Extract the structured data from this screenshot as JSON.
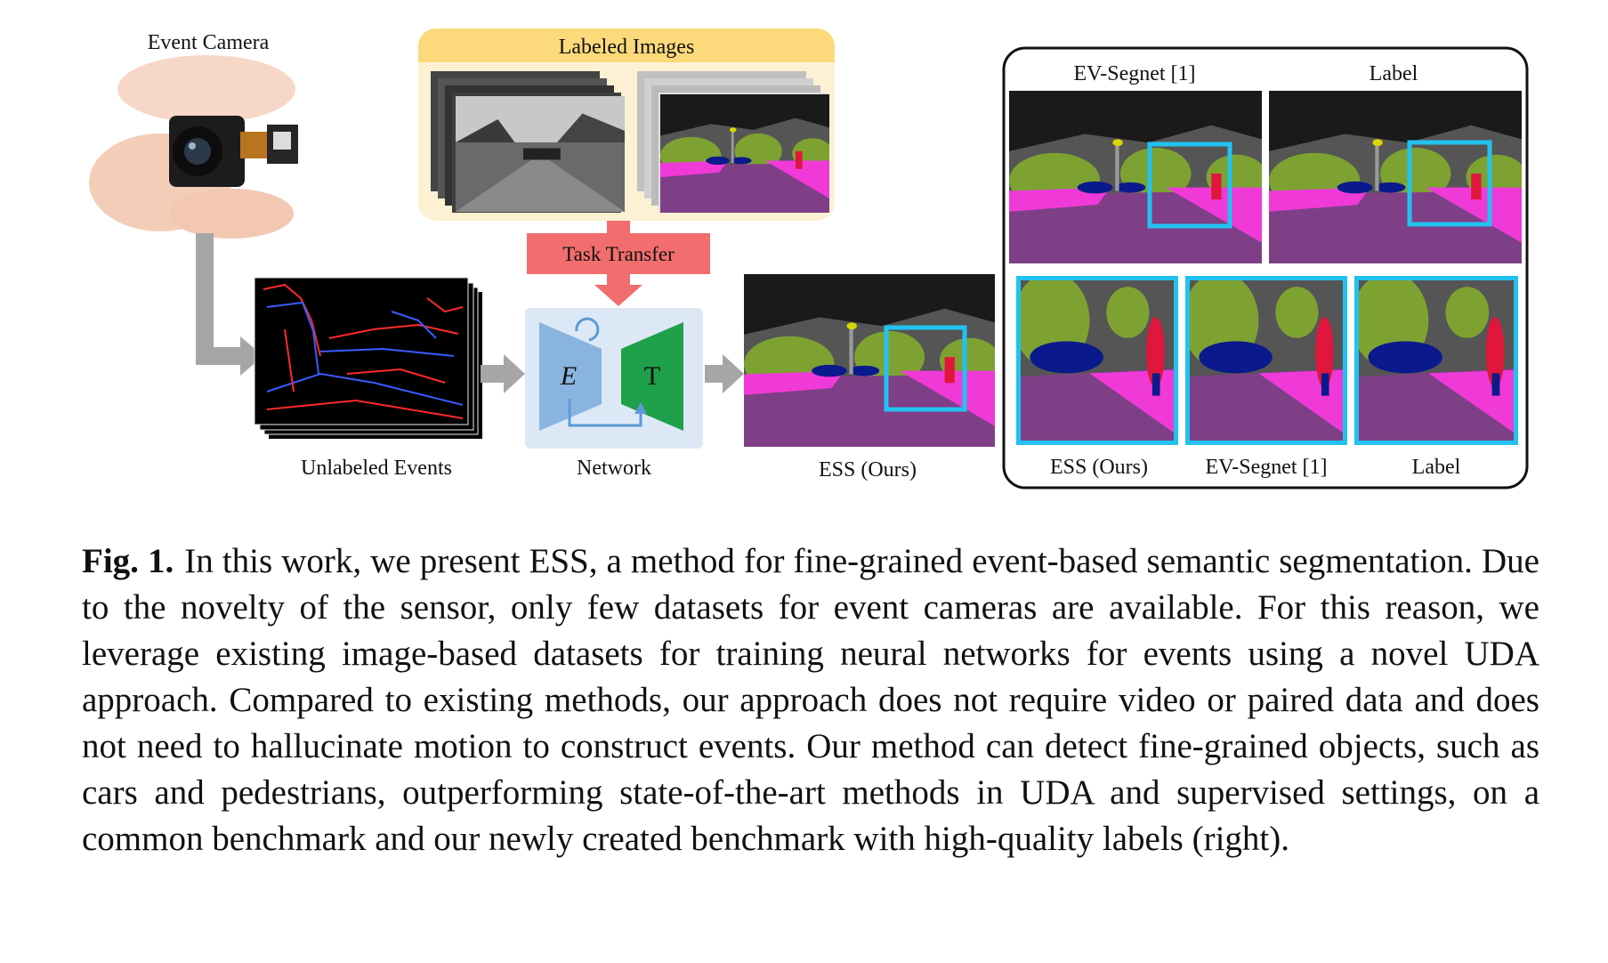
{
  "figure": {
    "event_camera_label": "Event Camera",
    "labeled_images_label": "Labeled Images",
    "task_transfer_label": "Task Transfer",
    "unlabeled_events_label": "Unlabeled Events",
    "network_label": "Network",
    "encoder_letter": "E",
    "task_letter": "T",
    "ess_output_label": "ESS (Ours)",
    "comparison": {
      "top_left_label": "EV-Segnet [1]",
      "top_right_label": "Label",
      "bottom_labels": [
        "ESS (Ours)",
        "EV-Segnet [1]",
        "Label"
      ]
    },
    "colors": {
      "labeled_banner": "#fcd97a",
      "labeled_panel": "#fdf1d3",
      "task_transfer": "#f26d6d",
      "network_panel": "#dce8f5",
      "encoder": "#8ab4e0",
      "task_head": "#1fa04a",
      "highlight_box": "#22c2f0",
      "road": "#7f3f87",
      "sidewalk": "#f03ad8",
      "vegetation": "#7da232",
      "building": "#555555",
      "car": "#0a1a8c",
      "person": "#e0163c"
    }
  },
  "caption": {
    "label": "Fig. 1.",
    "text": "In this work, we present ESS, a method for fine-grained event-based semantic segmentation. Due to the novelty of the sensor, only few datasets for event cameras are available. For this reason, we leverage existing image-based datasets for training neural networks for events using a novel UDA approach. Compared to existing methods, our approach does not require video or paired data and does not need to hallucinate motion to construct events. Our method can detect fine-grained objects, such as cars and pedestrians, outperforming state-of-the-art methods in UDA and supervised settings, on a common benchmark and our newly created benchmark with high-quality labels (right)."
  }
}
